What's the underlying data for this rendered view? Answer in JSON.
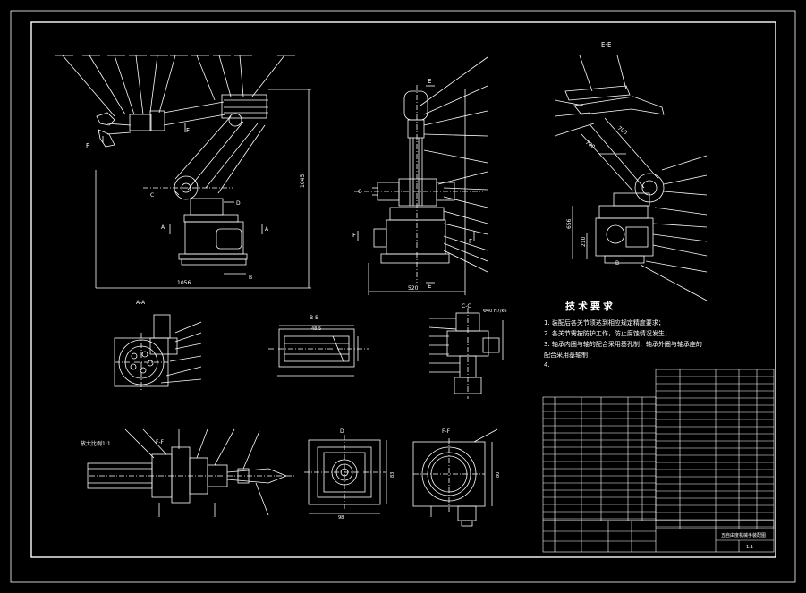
{
  "section_titles": {
    "ee": "E-E",
    "aa": "A-A",
    "bb": "B-B",
    "cc": "C-C",
    "d": "D",
    "ff": "F-F",
    "detail": "放大比例1:1"
  },
  "dimensions": {
    "width_front": "1056",
    "height_front": "1045",
    "width_side": "520",
    "ee_len1": "700",
    "ee_len2": "700",
    "ee_h1": "656",
    "ee_h2": "210",
    "bb_len": "48.5",
    "cc_fit": "Φ40 H7/k6",
    "d_w": "98",
    "d_h": "83",
    "ff_h": "80"
  },
  "section_marks": {
    "a": "A",
    "b": "B",
    "c": "C",
    "d": "D",
    "e": "E",
    "f": "F"
  },
  "tech_notes": {
    "title": "技术要求",
    "items": [
      "1. 装配后各关节须达到相应规定精度要求；",
      "2. 各关节需按防护工作，防止腐蚀情况发生；",
      "3. 轴承内圈与轴的配合采用基孔制，轴承外圈与轴承座的",
      "   配合采用基轴制",
      "4."
    ]
  },
  "title_block": {
    "drawing_title": "五自由度机械手装配图",
    "scale": "1:1"
  },
  "colors": {
    "background": "#000000",
    "lines": "#ffffff",
    "accent": "#ffff00"
  }
}
